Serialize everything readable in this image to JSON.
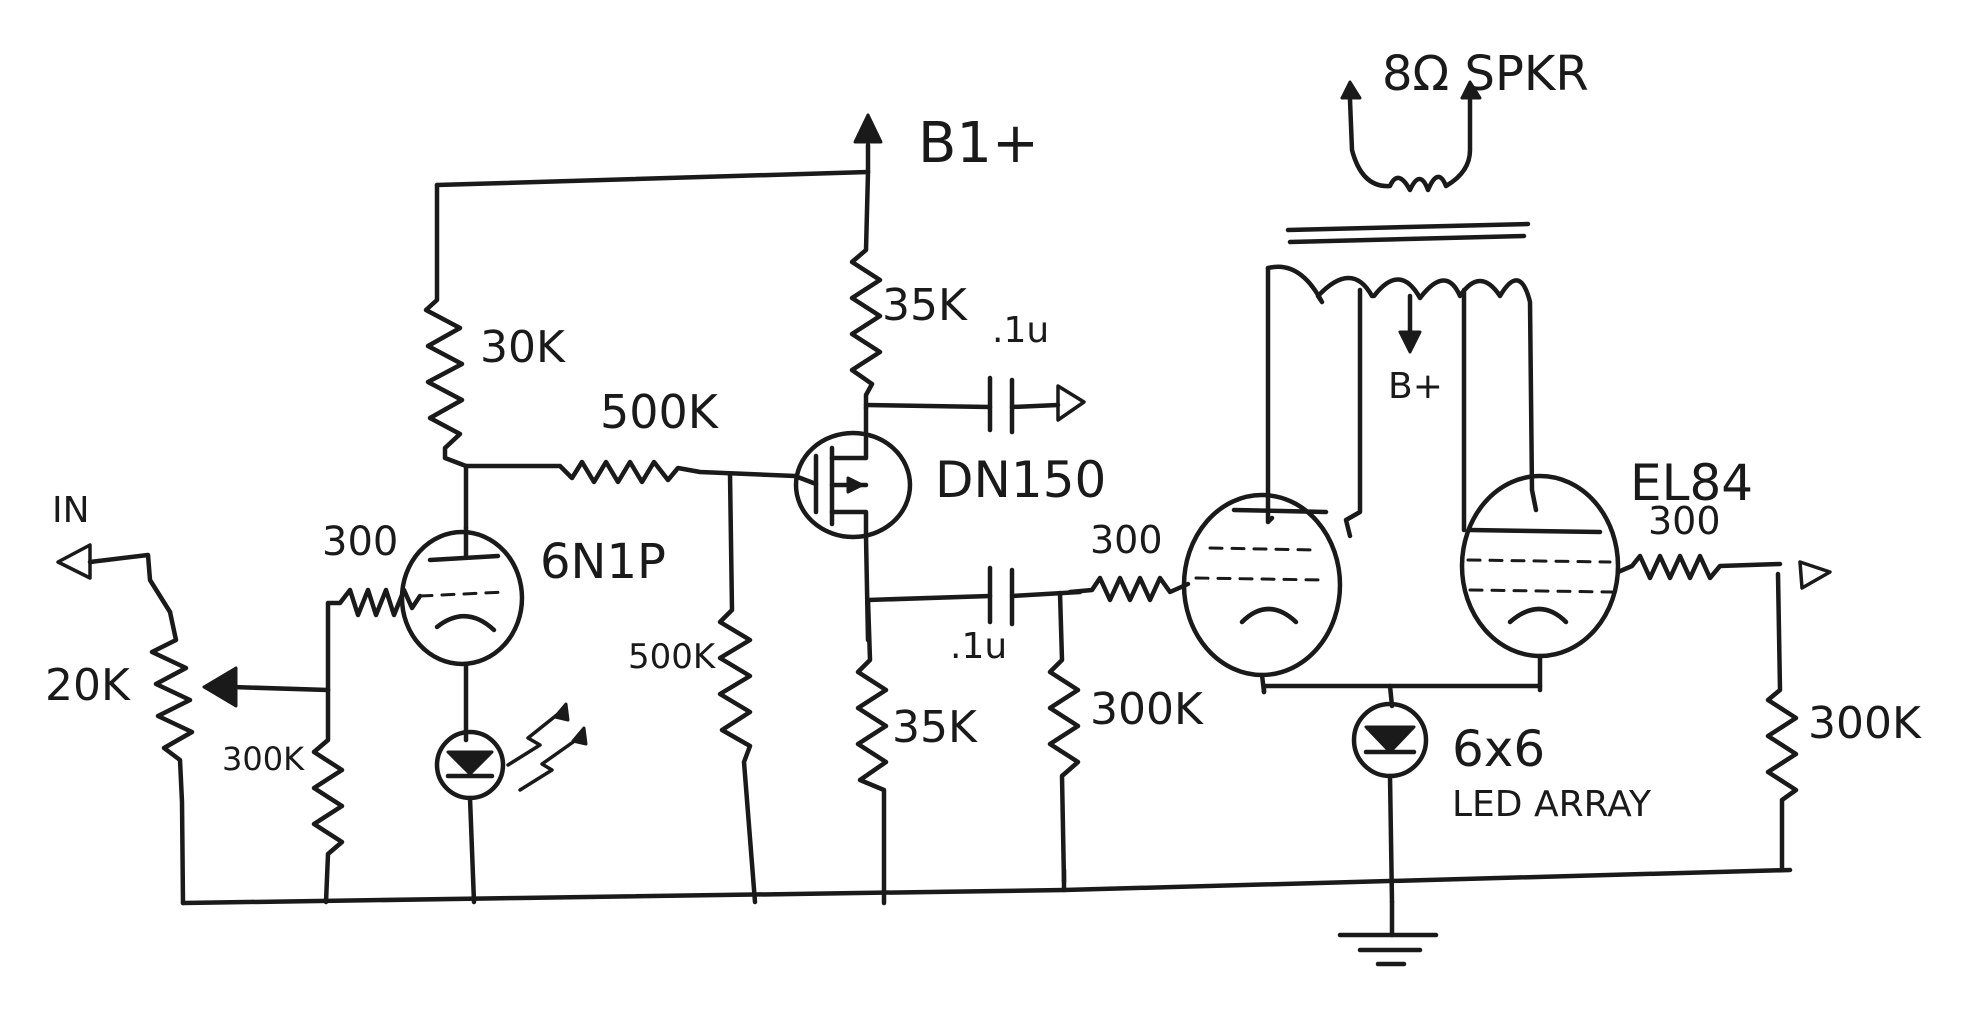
{
  "supply": {
    "b1_label": "B1+",
    "bplus_label": "B+"
  },
  "input": {
    "label": "IN"
  },
  "speaker": {
    "label": "8Ω SPKR"
  },
  "tubes": {
    "preamp": "6N1P",
    "power": "EL84"
  },
  "mosfet": {
    "label": "DN150"
  },
  "led_array": {
    "label_line1": "6x6",
    "label_line2": "LED ARRAY"
  },
  "components": {
    "pot": "20K",
    "r_grid_stopper_1": "300",
    "r_grid_leak_1": "300K",
    "r_plate_1": "30K",
    "r_series": "500K",
    "r_gate": "500K",
    "r_drain": "35K",
    "r_source": "35K",
    "c_bypass": ".1u",
    "c_coupling": ".1u",
    "r_grid_stopper_2": "300",
    "r_grid_leak_2": "300K",
    "r_grid_stopper_3": "300",
    "r_grid_leak_3": "300K"
  }
}
